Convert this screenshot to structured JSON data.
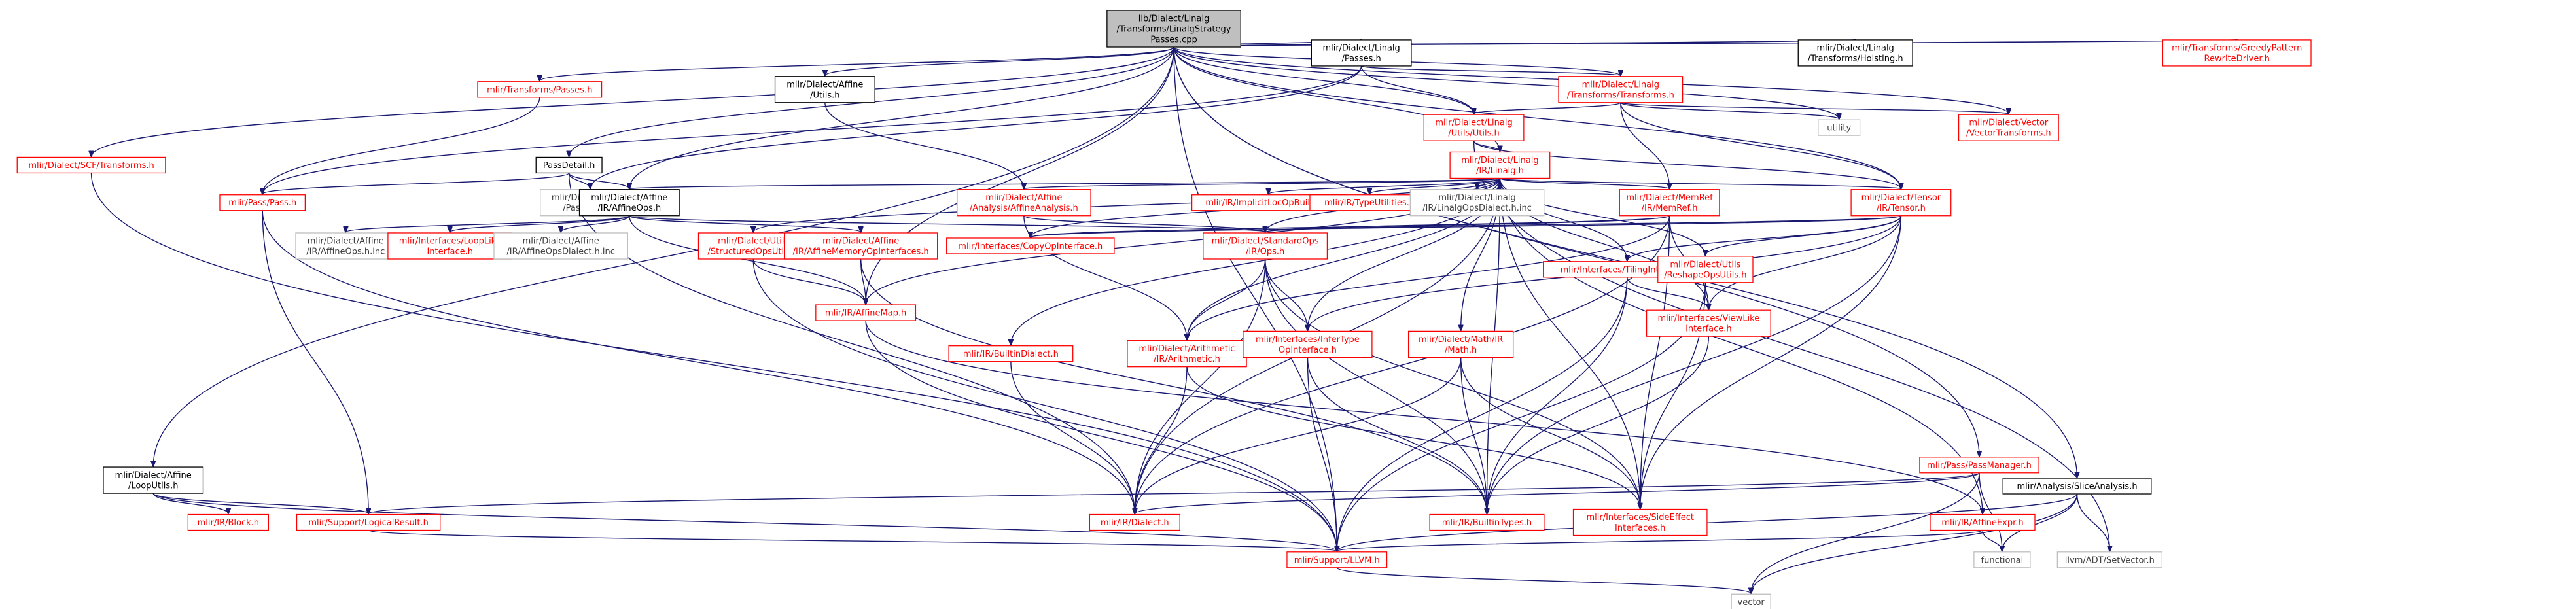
{
  "colors": {
    "edge": "#191970",
    "root_fill": "#bfbfbf",
    "root_border": "#000000",
    "default_border": "#000000",
    "documented_text": "#000000",
    "undocumented_border": "#ff0000",
    "undocumented_text": "#ff0000",
    "external_border": "#bfbfbf",
    "external_text": "#404040"
  },
  "graph": {
    "nodes": [
      {
        "id": "root",
        "kind": "root",
        "lines": [
          "lib/Dialect/Linalg",
          "/Transforms/LinalgStrategy",
          "Passes.cpp"
        ]
      },
      {
        "id": "linalg_passes",
        "kind": "doc",
        "lines": [
          "mlir/Dialect/Linalg",
          "/Passes.h"
        ]
      },
      {
        "id": "linalg_hoisting",
        "kind": "doc",
        "lines": [
          "mlir/Dialect/Linalg",
          "/Transforms/Hoisting.h"
        ]
      },
      {
        "id": "greedy",
        "kind": "undoc",
        "lines": [
          "mlir/Transforms/GreedyPattern",
          "RewriteDriver.h"
        ]
      },
      {
        "id": "transforms_passes",
        "kind": "undoc",
        "lines": [
          "mlir/Transforms/Passes.h"
        ]
      },
      {
        "id": "affine_utils",
        "kind": "doc",
        "lines": [
          "mlir/Dialect/Affine",
          "/Utils.h"
        ]
      },
      {
        "id": "linalg_transforms",
        "kind": "undoc",
        "lines": [
          "mlir/Dialect/Linalg",
          "/Transforms/Transforms.h"
        ]
      },
      {
        "id": "passdetail",
        "kind": "doc",
        "lines": [
          "PassDetail.h"
        ]
      },
      {
        "id": "scf_transforms",
        "kind": "undoc",
        "lines": [
          "mlir/Dialect/SCF/Transforms.h"
        ]
      },
      {
        "id": "linalg_utils",
        "kind": "undoc",
        "lines": [
          "mlir/Dialect/Linalg",
          "/Utils/Utils.h"
        ]
      },
      {
        "id": "utility",
        "kind": "ext",
        "lines": [
          "utility"
        ]
      },
      {
        "id": "vector_transforms",
        "kind": "undoc",
        "lines": [
          "mlir/Dialect/Vector",
          "/VectorTransforms.h"
        ]
      },
      {
        "id": "linalg_ir",
        "kind": "undoc",
        "lines": [
          "mlir/Dialect/Linalg",
          "/IR/Linalg.h"
        ]
      },
      {
        "id": "pass_pass",
        "kind": "undoc",
        "lines": [
          "mlir/Pass/Pass.h"
        ]
      },
      {
        "id": "linalg_passes_inc",
        "kind": "ext",
        "lines": [
          "mlir/Dialect/Linalg",
          "/Passes.h.inc"
        ]
      },
      {
        "id": "affine_ops",
        "kind": "doc",
        "lines": [
          "mlir/Dialect/Affine",
          "/IR/AffineOps.h"
        ]
      },
      {
        "id": "affine_analysis",
        "kind": "undoc",
        "lines": [
          "mlir/Dialect/Affine",
          "/Analysis/AffineAnalysis.h"
        ]
      },
      {
        "id": "implicit_loc",
        "kind": "undoc",
        "lines": [
          "mlir/IR/ImplicitLocOpBuilder.h"
        ]
      },
      {
        "id": "type_utilities",
        "kind": "undoc",
        "lines": [
          "mlir/IR/TypeUtilities.h"
        ]
      },
      {
        "id": "linalg_ops_dialect_inc",
        "kind": "ext",
        "lines": [
          "mlir/Dialect/Linalg",
          "/IR/LinalgOpsDialect.h.inc"
        ]
      },
      {
        "id": "memref",
        "kind": "undoc",
        "lines": [
          "mlir/Dialect/MemRef",
          "/IR/MemRef.h"
        ]
      },
      {
        "id": "tensor",
        "kind": "undoc",
        "lines": [
          "mlir/Dialect/Tensor",
          "/IR/Tensor.h"
        ]
      },
      {
        "id": "pass_manager",
        "kind": "undoc",
        "lines": [
          "mlir/Pass/PassManager.h"
        ]
      },
      {
        "id": "slice_analysis",
        "kind": "doc",
        "lines": [
          "mlir/Analysis/SliceAnalysis.h"
        ]
      },
      {
        "id": "affine_loop_utils",
        "kind": "doc",
        "lines": [
          "mlir/Dialect/Affine",
          "/LoopUtils.h"
        ]
      },
      {
        "id": "affine_ops_inc",
        "kind": "ext",
        "lines": [
          "mlir/Dialect/Affine",
          "/IR/AffineOps.h.inc"
        ]
      },
      {
        "id": "loop_like",
        "kind": "undoc",
        "lines": [
          "mlir/Interfaces/LoopLike",
          "Interface.h"
        ]
      },
      {
        "id": "affine_ops_dialect_inc",
        "kind": "ext",
        "lines": [
          "mlir/Dialect/Affine",
          "/IR/AffineOpsDialect.h.inc"
        ]
      },
      {
        "id": "structured_ops_utils",
        "kind": "undoc",
        "lines": [
          "mlir/Dialect/Utils",
          "/StructuredOpsUtils.h"
        ]
      },
      {
        "id": "affine_mem_op_if",
        "kind": "undoc",
        "lines": [
          "mlir/Dialect/Affine",
          "/IR/AffineMemoryOpInterfaces.h"
        ]
      },
      {
        "id": "copy_op_if",
        "kind": "undoc",
        "lines": [
          "mlir/Interfaces/CopyOpInterface.h"
        ]
      },
      {
        "id": "standard_ops",
        "kind": "undoc",
        "lines": [
          "mlir/Dialect/StandardOps",
          "/IR/Ops.h"
        ]
      },
      {
        "id": "tiling_if",
        "kind": "undoc",
        "lines": [
          "mlir/Interfaces/TilingInterface.h"
        ]
      },
      {
        "id": "reshape_ops_utils",
        "kind": "undoc",
        "lines": [
          "mlir/Dialect/Utils",
          "/ReshapeOpsUtils.h"
        ]
      },
      {
        "id": "builtin_dialect",
        "kind": "undoc",
        "lines": [
          "mlir/IR/BuiltinDialect.h"
        ]
      },
      {
        "id": "arithmetic",
        "kind": "undoc",
        "lines": [
          "mlir/Dialect/Arithmetic",
          "/IR/Arithmetic.h"
        ]
      },
      {
        "id": "infer_type_if",
        "kind": "undoc",
        "lines": [
          "mlir/Interfaces/InferType",
          "OpInterface.h"
        ]
      },
      {
        "id": "math",
        "kind": "undoc",
        "lines": [
          "mlir/Dialect/Math/IR",
          "/Math.h"
        ]
      },
      {
        "id": "view_like_if",
        "kind": "undoc",
        "lines": [
          "mlir/Interfaces/ViewLike",
          "Interface.h"
        ]
      },
      {
        "id": "affine_map",
        "kind": "undoc",
        "lines": [
          "mlir/IR/AffineMap.h"
        ]
      },
      {
        "id": "ir_block",
        "kind": "undoc",
        "lines": [
          "mlir/IR/Block.h"
        ]
      },
      {
        "id": "logical_result",
        "kind": "undoc",
        "lines": [
          "mlir/Support/LogicalResult.h"
        ]
      },
      {
        "id": "ir_dialect",
        "kind": "undoc",
        "lines": [
          "mlir/IR/Dialect.h"
        ]
      },
      {
        "id": "builtin_types",
        "kind": "undoc",
        "lines": [
          "mlir/IR/BuiltinTypes.h"
        ]
      },
      {
        "id": "side_effect_if",
        "kind": "undoc",
        "lines": [
          "mlir/Interfaces/SideEffect",
          "Interfaces.h"
        ]
      },
      {
        "id": "affine_expr",
        "kind": "undoc",
        "lines": [
          "mlir/IR/AffineExpr.h"
        ]
      },
      {
        "id": "functional",
        "kind": "ext",
        "lines": [
          "functional"
        ]
      },
      {
        "id": "set_vector",
        "kind": "ext",
        "lines": [
          "llvm/ADT/SetVector.h"
        ]
      },
      {
        "id": "support_llvm",
        "kind": "undoc",
        "lines": [
          "mlir/Support/LLVM.h"
        ]
      },
      {
        "id": "vector",
        "kind": "ext",
        "lines": [
          "vector"
        ]
      }
    ],
    "edges": [
      [
        "root",
        "linalg_passes"
      ],
      [
        "root",
        "linalg_hoisting"
      ],
      [
        "root",
        "greedy"
      ],
      [
        "root",
        "transforms_passes"
      ],
      [
        "root",
        "affine_utils"
      ],
      [
        "root",
        "linalg_transforms"
      ],
      [
        "root",
        "passdetail"
      ],
      [
        "root",
        "scf_transforms"
      ],
      [
        "root",
        "linalg_utils"
      ],
      [
        "root",
        "utility"
      ],
      [
        "root",
        "vector_transforms"
      ],
      [
        "root",
        "linalg_ir"
      ],
      [
        "root",
        "affine_ops"
      ],
      [
        "root",
        "tensor"
      ],
      [
        "root",
        "pass_manager"
      ],
      [
        "root",
        "slice_analysis"
      ],
      [
        "root",
        "affine_loop_utils"
      ],
      [
        "root",
        "affine_map"
      ],
      [
        "root",
        "support_llvm"
      ],
      [
        "linalg_passes",
        "linalg_transforms"
      ],
      [
        "linalg_passes",
        "linalg_utils"
      ],
      [
        "linalg_passes",
        "pass_pass"
      ],
      [
        "linalg_passes",
        "linalg_passes_inc"
      ],
      [
        "transforms_passes",
        "pass_pass"
      ],
      [
        "affine_utils",
        "affine_analysis"
      ],
      [
        "linalg_transforms",
        "linalg_utils"
      ],
      [
        "linalg_transforms",
        "utility"
      ],
      [
        "linalg_transforms",
        "vector_transforms"
      ],
      [
        "linalg_transforms",
        "memref"
      ],
      [
        "linalg_transforms",
        "tensor"
      ],
      [
        "passdetail",
        "pass_pass"
      ],
      [
        "passdetail",
        "linalg_passes_inc"
      ],
      [
        "passdetail",
        "affine_ops"
      ],
      [
        "passdetail",
        "ir_dialect"
      ],
      [
        "scf_transforms",
        "support_llvm"
      ],
      [
        "linalg_utils",
        "linalg_ir"
      ],
      [
        "linalg_utils",
        "tensor"
      ],
      [
        "linalg_utils",
        "set_vector"
      ],
      [
        "linalg_ir",
        "affine_ops"
      ],
      [
        "linalg_ir",
        "affine_analysis"
      ],
      [
        "linalg_ir",
        "implicit_loc"
      ],
      [
        "linalg_ir",
        "type_utilities"
      ],
      [
        "linalg_ir",
        "linalg_ops_dialect_inc"
      ],
      [
        "linalg_ir",
        "memref"
      ],
      [
        "linalg_ir",
        "tensor"
      ],
      [
        "linalg_ir",
        "structured_ops_utils"
      ],
      [
        "linalg_ir",
        "copy_op_if"
      ],
      [
        "linalg_ir",
        "standard_ops"
      ],
      [
        "linalg_ir",
        "tiling_if"
      ],
      [
        "linalg_ir",
        "reshape_ops_utils"
      ],
      [
        "linalg_ir",
        "builtin_dialect"
      ],
      [
        "linalg_ir",
        "arithmetic"
      ],
      [
        "linalg_ir",
        "infer_type_if"
      ],
      [
        "linalg_ir",
        "math"
      ],
      [
        "linalg_ir",
        "view_like_if"
      ],
      [
        "linalg_ir",
        "affine_map"
      ],
      [
        "linalg_ir",
        "ir_dialect"
      ],
      [
        "linalg_ir",
        "builtin_types"
      ],
      [
        "linalg_ir",
        "side_effect_if"
      ],
      [
        "linalg_ir",
        "affine_expr"
      ],
      [
        "linalg_ir",
        "passes_dummy_none"
      ],
      [
        "pass_pass",
        "logical_result"
      ],
      [
        "pass_pass",
        "ir_dialect"
      ],
      [
        "affine_ops",
        "affine_ops_inc"
      ],
      [
        "affine_ops",
        "loop_like"
      ],
      [
        "affine_ops",
        "affine_ops_dialect_inc"
      ],
      [
        "affine_ops",
        "affine_mem_op_if"
      ],
      [
        "affine_ops",
        "standard_ops"
      ],
      [
        "affine_ops",
        "affine_map"
      ],
      [
        "affine_analysis",
        "standard_ops"
      ],
      [
        "affine_analysis",
        "arithmetic"
      ],
      [
        "memref",
        "copy_op_if"
      ],
      [
        "memref",
        "standard_ops"
      ],
      [
        "memref",
        "view_like_if"
      ],
      [
        "memref",
        "side_effect_if"
      ],
      [
        "memref",
        "ir_dialect"
      ],
      [
        "memref",
        "arithmetic"
      ],
      [
        "tensor",
        "standard_ops"
      ],
      [
        "tensor",
        "tiling_if"
      ],
      [
        "tensor",
        "reshape_ops_utils"
      ],
      [
        "tensor",
        "view_like_if"
      ],
      [
        "tensor",
        "infer_type_if"
      ],
      [
        "tensor",
        "side_effect_if"
      ],
      [
        "tensor",
        "copy_op_if"
      ],
      [
        "tensor",
        "builtin_types"
      ],
      [
        "pass_manager",
        "logical_result"
      ],
      [
        "pass_manager",
        "functional"
      ],
      [
        "pass_manager",
        "vector"
      ],
      [
        "pass_manager",
        "ir_dialect"
      ],
      [
        "slice_analysis",
        "functional"
      ],
      [
        "slice_analysis",
        "set_vector"
      ],
      [
        "slice_analysis",
        "vector"
      ],
      [
        "slice_analysis",
        "support_llvm"
      ],
      [
        "affine_loop_utils",
        "ir_block"
      ],
      [
        "affine_loop_utils",
        "logical_result"
      ],
      [
        "affine_loop_utils",
        "support_llvm"
      ],
      [
        "structured_ops_utils",
        "affine_map"
      ],
      [
        "structured_ops_utils",
        "support_llvm"
      ],
      [
        "affine_mem_op_if",
        "affine_map"
      ],
      [
        "affine_mem_op_if",
        "builtin_types"
      ],
      [
        "standard_ops",
        "arithmetic"
      ],
      [
        "standard_ops",
        "infer_type_if"
      ],
      [
        "standard_ops",
        "builtin_types"
      ],
      [
        "standard_ops",
        "side_effect_if"
      ],
      [
        "standard_ops",
        "ir_dialect"
      ],
      [
        "tiling_if",
        "view_like_if"
      ],
      [
        "tiling_if",
        "builtin_types"
      ],
      [
        "tiling_if",
        "support_llvm"
      ],
      [
        "reshape_ops_utils",
        "side_effect_if"
      ],
      [
        "reshape_ops_utils",
        "support_llvm"
      ],
      [
        "builtin_dialect",
        "ir_dialect"
      ],
      [
        "arithmetic",
        "ir_dialect"
      ],
      [
        "arithmetic",
        "side_effect_if"
      ],
      [
        "infer_type_if",
        "builtin_types"
      ],
      [
        "infer_type_if",
        "support_llvm"
      ],
      [
        "math",
        "builtin_types"
      ],
      [
        "math",
        "side_effect_if"
      ],
      [
        "math",
        "ir_dialect"
      ],
      [
        "view_like_if",
        "builtin_types"
      ],
      [
        "affine_map",
        "affine_expr"
      ],
      [
        "affine_map",
        "support_llvm"
      ],
      [
        "logical_result",
        "support_llvm"
      ],
      [
        "affine_expr",
        "functional"
      ],
      [
        "affine_expr",
        "support_llvm"
      ],
      [
        "support_llvm",
        "vector"
      ]
    ]
  }
}
